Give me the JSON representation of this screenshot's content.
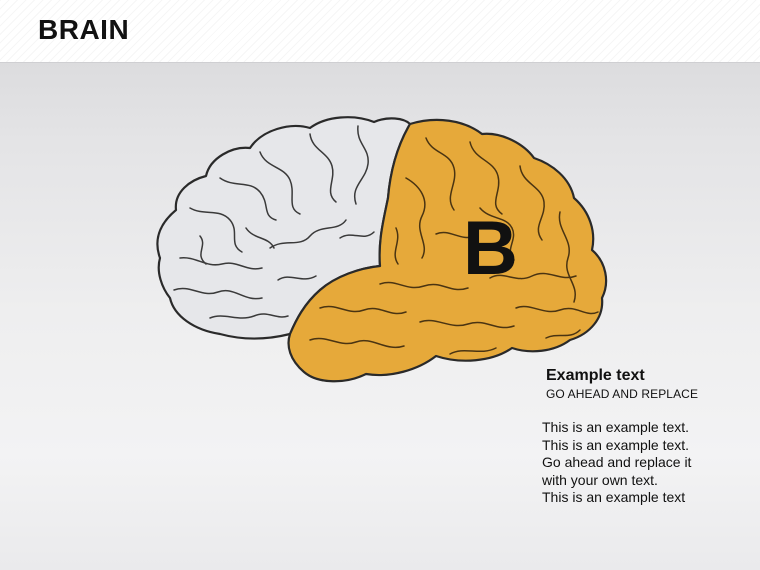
{
  "header": {
    "title": "BRAIN"
  },
  "diagram": {
    "highlight_letter": "B",
    "highlight_color": "#e6a93a",
    "base_color": "#e6e7ea",
    "outline_color": "#2a2a2a"
  },
  "text_block": {
    "title": "Example text",
    "subtitle": "GO AHEAD AND REPLACE",
    "lines": [
      "This is an example text.",
      "This is an example text.",
      "Go ahead and replace it",
      "with your own text.",
      "This is an example text"
    ]
  }
}
